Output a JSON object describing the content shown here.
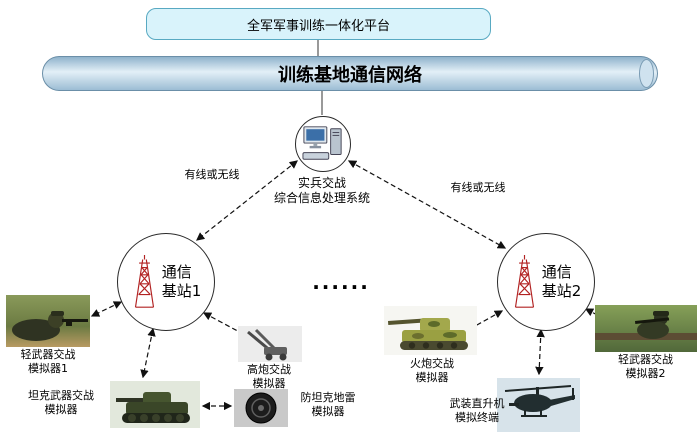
{
  "platform": {
    "label": "全军军事训练一体化平台"
  },
  "network": {
    "label": "训练基地通信网络"
  },
  "processing_system": {
    "line1": "实兵交战",
    "line2": "综合信息处理系统"
  },
  "links": {
    "left_label": "有线或无线",
    "right_label": "有线或无线"
  },
  "base_station_1": {
    "line1": "通信",
    "line2": "基站1"
  },
  "base_station_2": {
    "line1": "通信",
    "line2": "基站2"
  },
  "ellipsis": "......",
  "simulators": {
    "light_weapon_1": {
      "line1": "轻武器交战",
      "line2": "模拟器1"
    },
    "aa_gun": {
      "line1": "高炮交战",
      "line2": "模拟器"
    },
    "tank": {
      "line1": "坦克武器交战",
      "line2": "模拟器"
    },
    "mine": {
      "line1": "防坦克地雷",
      "line2": "模拟器"
    },
    "artillery": {
      "line1": "火炮交战",
      "line2": "模拟器"
    },
    "helicopter": {
      "line1": "武装直升机",
      "line2": "模拟终端"
    },
    "light_weapon_2": {
      "line1": "轻武器交战",
      "line2": "模拟器2"
    }
  },
  "colors": {
    "platform_fill": "#d9f3fb",
    "cylinder_fill": "#b9d2e4",
    "tower_red": "#b22222",
    "line": "#111111"
  }
}
